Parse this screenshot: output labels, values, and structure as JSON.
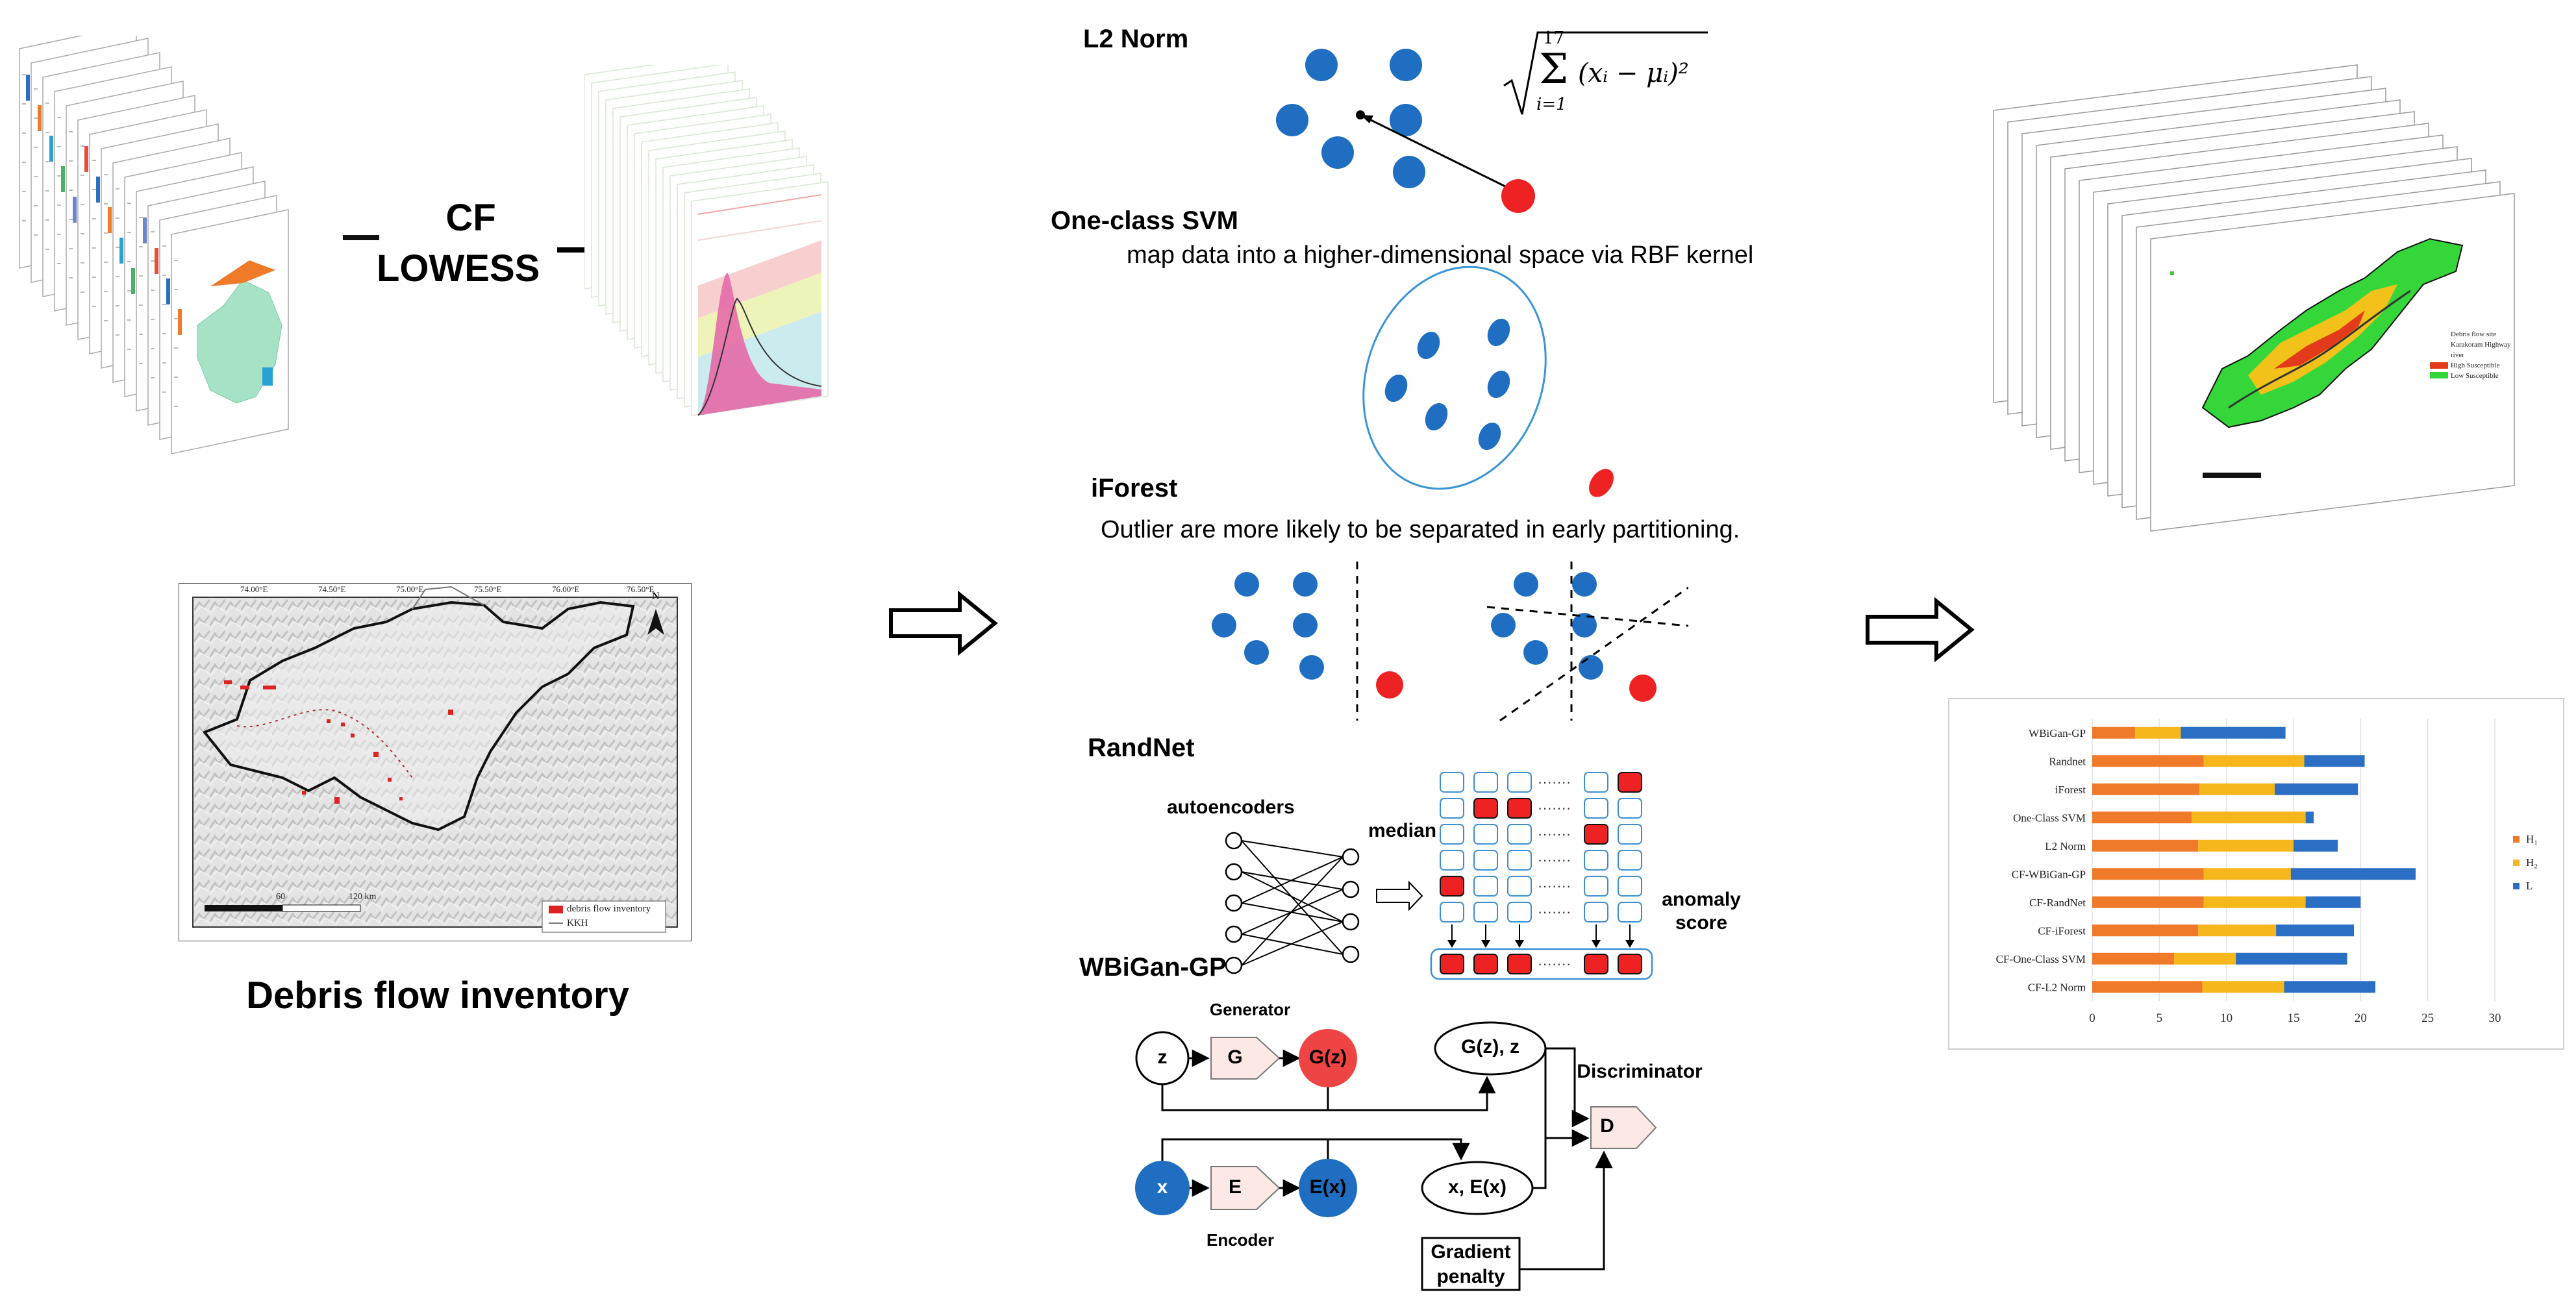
{
  "left": {
    "cf_label": "CF",
    "lowess_label": "LOWESS",
    "inventory": {
      "title": "Debris flow inventory",
      "legend_debris": "debris flow inventory",
      "legend_kkh": "KKH",
      "scale_zero": "60",
      "scale_end": "120 km",
      "lon_ticks": [
        "74.00°E",
        "74.50°E",
        "75.00°E",
        "75.50°E",
        "76.00°E",
        "76.50°E"
      ]
    }
  },
  "middle": {
    "l2": {
      "title": "L2 Norm",
      "formula_root": "√",
      "formula_sum": "Σ",
      "formula_upper": "17",
      "formula_lower": "i=1",
      "formula_body": "(xᵢ − μᵢ)²"
    },
    "ocsvm": {
      "title": "One-class SVM",
      "desc": "map data into a higher-dimensional space via RBF kernel"
    },
    "iforest": {
      "title": "iForest",
      "desc": "Outlier are more likely to be separated in early partitioning."
    },
    "randnet": {
      "title": "RandNet",
      "autoencoders": "autoencoders",
      "median": "median",
      "anomaly_score": "anomaly score",
      "dots": "·······"
    },
    "wbigan": {
      "title": "WBiGan-GP",
      "z": "z",
      "g": "G",
      "gz": "G(z)",
      "generator": "Generator",
      "pair1": "G(z), z",
      "discriminator": "Discriminator",
      "d": "D",
      "x": "x",
      "e": "E",
      "ex": "E(x)",
      "encoder": "Encoder",
      "pair2": "x, E(x)",
      "gradient": "Gradient",
      "penalty": "penalty"
    }
  },
  "right": {
    "map_legend": [
      "Debris flow site",
      "Karakoram Highway",
      "river",
      "High Susceptible",
      "Low Susceptible"
    ]
  },
  "chart_data": {
    "type": "bar",
    "stacked": true,
    "orientation": "horizontal",
    "categories": [
      "WBiGan-GP",
      "Randnet",
      "iForest",
      "One-Class SVM",
      "L2 Norm",
      "CF-WBiGan-GP",
      "CF-RandNet",
      "CF-iForest",
      "CF-One-Class SVM",
      "CF-L2 Norm"
    ],
    "series": [
      {
        "name": "H₁",
        "color": "#ee7a2a",
        "values": [
          3.2,
          8.3,
          8.0,
          7.4,
          7.9,
          8.3,
          8.3,
          7.9,
          6.1,
          8.2
        ]
      },
      {
        "name": "H₂",
        "color": "#f5b71c",
        "values": [
          3.4,
          7.5,
          5.6,
          8.5,
          7.1,
          6.5,
          7.6,
          5.8,
          4.6,
          6.1
        ]
      },
      {
        "name": "L",
        "color": "#2a6fc4",
        "values": [
          7.8,
          4.5,
          6.2,
          0.6,
          3.3,
          9.3,
          4.1,
          5.8,
          8.3,
          6.8
        ]
      }
    ],
    "xticks": [
      "0",
      "5",
      "10",
      "15",
      "20",
      "25",
      "30"
    ],
    "xlim": [
      0,
      30
    ],
    "grid": true,
    "legend": "right"
  },
  "colors": {
    "blue_dot": "#1f6ec1",
    "red_dot": "#ee2222",
    "node_fill": "#fce9e6",
    "randnet_border": "#3d8fd1"
  }
}
